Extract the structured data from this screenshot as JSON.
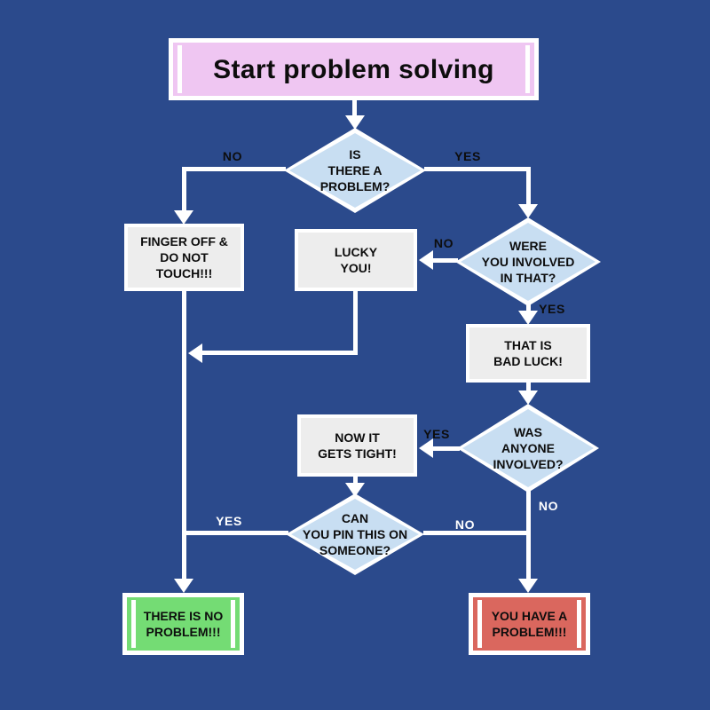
{
  "colors": {
    "background": "#2b4a8c",
    "line": "#ffffff",
    "start_fill": "#efc6f2",
    "decision_fill": "#c8def2",
    "process_fill": "#ededed",
    "success_fill": "#74dc74",
    "danger_fill": "#da675e",
    "text": "#0d0d0d",
    "label_dark": "#0d0d0d",
    "label_light": "#ffffff"
  },
  "nodes": {
    "start": {
      "label": "Start problem solving"
    },
    "is_there_problem": {
      "label": "IS\nTHERE A\nPROBLEM?"
    },
    "finger_off": {
      "label": "FINGER OFF &\nDO NOT\nTOUCH!!!"
    },
    "lucky_you": {
      "label": "LUCKY\nYOU!"
    },
    "were_you_involved": {
      "label": "WERE\nYOU INVOLVED\nIN THAT?"
    },
    "bad_luck": {
      "label": "THAT IS\nBAD LUCK!"
    },
    "was_anyone_involved": {
      "label": "WAS\nANYONE\nINVOLVED?"
    },
    "gets_tight": {
      "label": "NOW IT\nGETS TIGHT!"
    },
    "pin_on_someone": {
      "label": "CAN\nYOU PIN THIS ON\nSOMEONE?"
    },
    "no_problem": {
      "label": "THERE IS NO\nPROBLEM!!!"
    },
    "have_problem": {
      "label": "YOU HAVE A\nPROBLEM!!!"
    }
  },
  "edge_labels": {
    "problem_no": {
      "text": "NO"
    },
    "problem_yes": {
      "text": "YES"
    },
    "involved_no": {
      "text": "NO"
    },
    "involved_yes": {
      "text": "YES"
    },
    "anyone_yes": {
      "text": "YES"
    },
    "anyone_no": {
      "text": "NO"
    },
    "pin_yes": {
      "text": "YES"
    },
    "pin_no": {
      "text": "NO"
    }
  }
}
